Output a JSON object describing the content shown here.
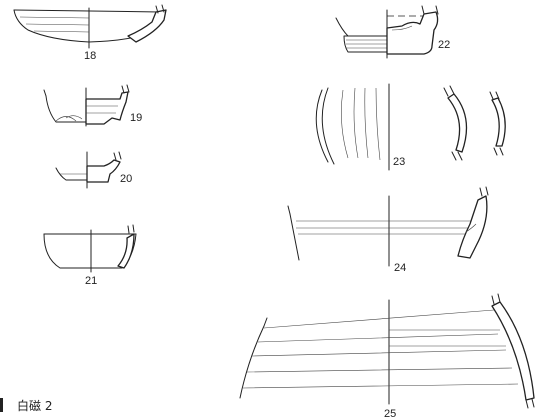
{
  "figure": {
    "caption": "白磁 2",
    "items": [
      {
        "id": "18",
        "label": "18"
      },
      {
        "id": "19",
        "label": "19"
      },
      {
        "id": "20",
        "label": "20"
      },
      {
        "id": "21",
        "label": "21"
      },
      {
        "id": "22",
        "label": "22"
      },
      {
        "id": "23",
        "label": "23"
      },
      {
        "id": "24",
        "label": "24"
      },
      {
        "id": "25",
        "label": "25"
      }
    ]
  }
}
